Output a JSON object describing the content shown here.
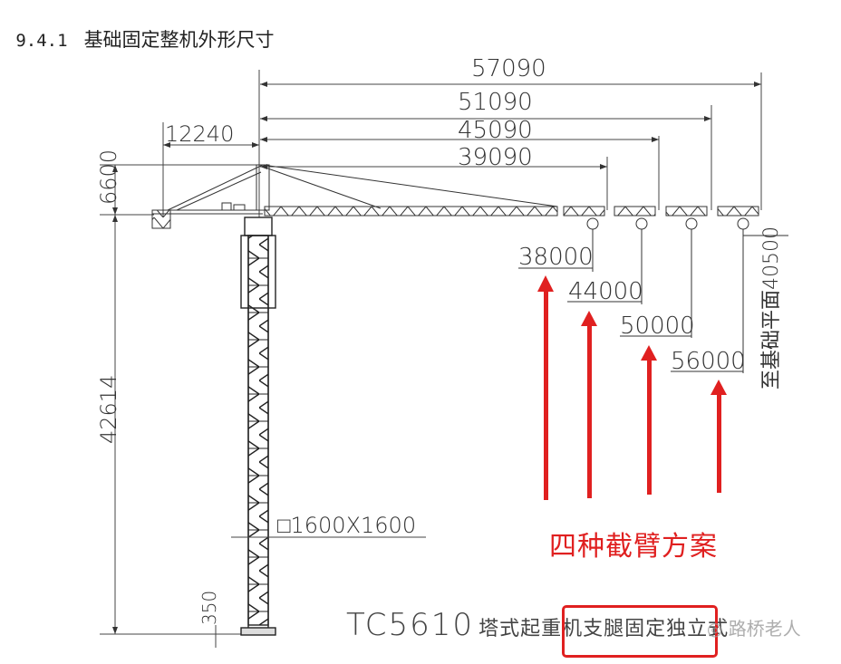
{
  "heading": {
    "number": "9.4.1",
    "title": "基础固定整机外形尺寸"
  },
  "dimensions": {
    "horizontal": [
      "57090",
      "51090",
      "45090",
      "39090"
    ],
    "counter_jib": "12240",
    "head_height": "6600",
    "tower_height": "42614",
    "base_height": "350",
    "section": "□1600X1600",
    "hook_heights": [
      "38000",
      "44000",
      "50000",
      "56000"
    ],
    "to_foundation": "至基础平面40500"
  },
  "annotation": {
    "label": "四种截臂方案",
    "color": "#e02020"
  },
  "title_block": {
    "model": "TC5610",
    "text_before_box": "塔式起重机",
    "boxed_text": "支腿固定独立式",
    "watermark": "◎ 路桥老人"
  }
}
